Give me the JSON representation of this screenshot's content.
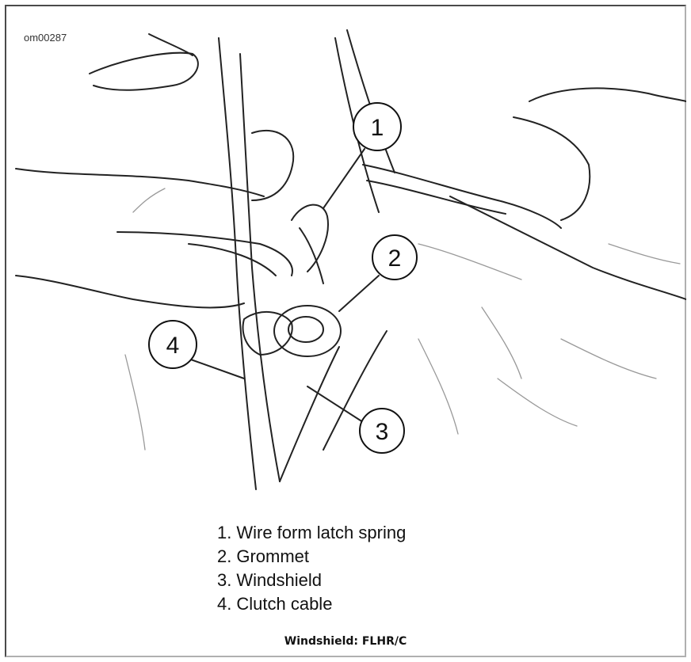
{
  "figure": {
    "art_code": "om00287",
    "callouts": [
      "1",
      "2",
      "3",
      "4"
    ],
    "legend": [
      {
        "num": "1.",
        "text": "Wire form latch spring"
      },
      {
        "num": "2.",
        "text": "Grommet"
      },
      {
        "num": "3.",
        "text": "Windshield"
      },
      {
        "num": "4.",
        "text": "Clutch cable"
      }
    ],
    "caption": "Windshield: FLHR/C"
  }
}
